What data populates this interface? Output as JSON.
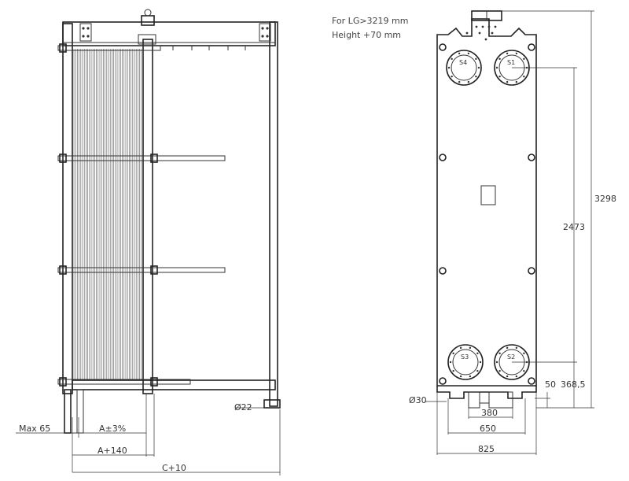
{
  "notes": {
    "line1": "For LG>3219 mm",
    "line2": "Height +70 mm"
  },
  "ports": {
    "s1": "S1",
    "s2": "S2",
    "s3": "S3",
    "s4": "S4"
  },
  "side_view_dims": {
    "max_frame": "Max 65",
    "a_tolerance": "A±3%",
    "a_plus": "A+140",
    "c_plus": "C+10",
    "foot_dia": "Ø22"
  },
  "front_view_dims": {
    "total_height": "3298",
    "port_distance": "2473",
    "bottom_50": "50",
    "bottom_368": "368,5",
    "foot_hole": "Ø30",
    "width_380": "380",
    "width_650": "650",
    "width_825": "825"
  }
}
